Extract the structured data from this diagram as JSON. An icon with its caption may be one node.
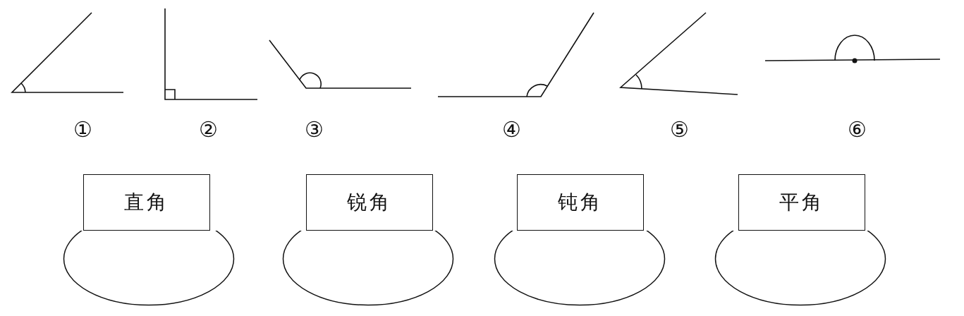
{
  "diagram": {
    "nodes": [
      {
        "text": [
          "直角"
        ]
      },
      {
        "text": [
          "锐角"
        ]
      },
      {
        "text": [
          "钝角"
        ]
      },
      {
        "text": [
          "平角"
        ]
      },
      {
        "text": [],
        "shape": "ellipse"
      },
      {
        "text": [],
        "shape": "ellipse"
      },
      {
        "text": [],
        "shape": "ellipse"
      },
      {
        "text": [],
        "shape": "ellipse"
      }
    ],
    "edges": [],
    "labels": [
      "①",
      "②",
      "③",
      "④",
      "⑤",
      "⑥"
    ]
  }
}
